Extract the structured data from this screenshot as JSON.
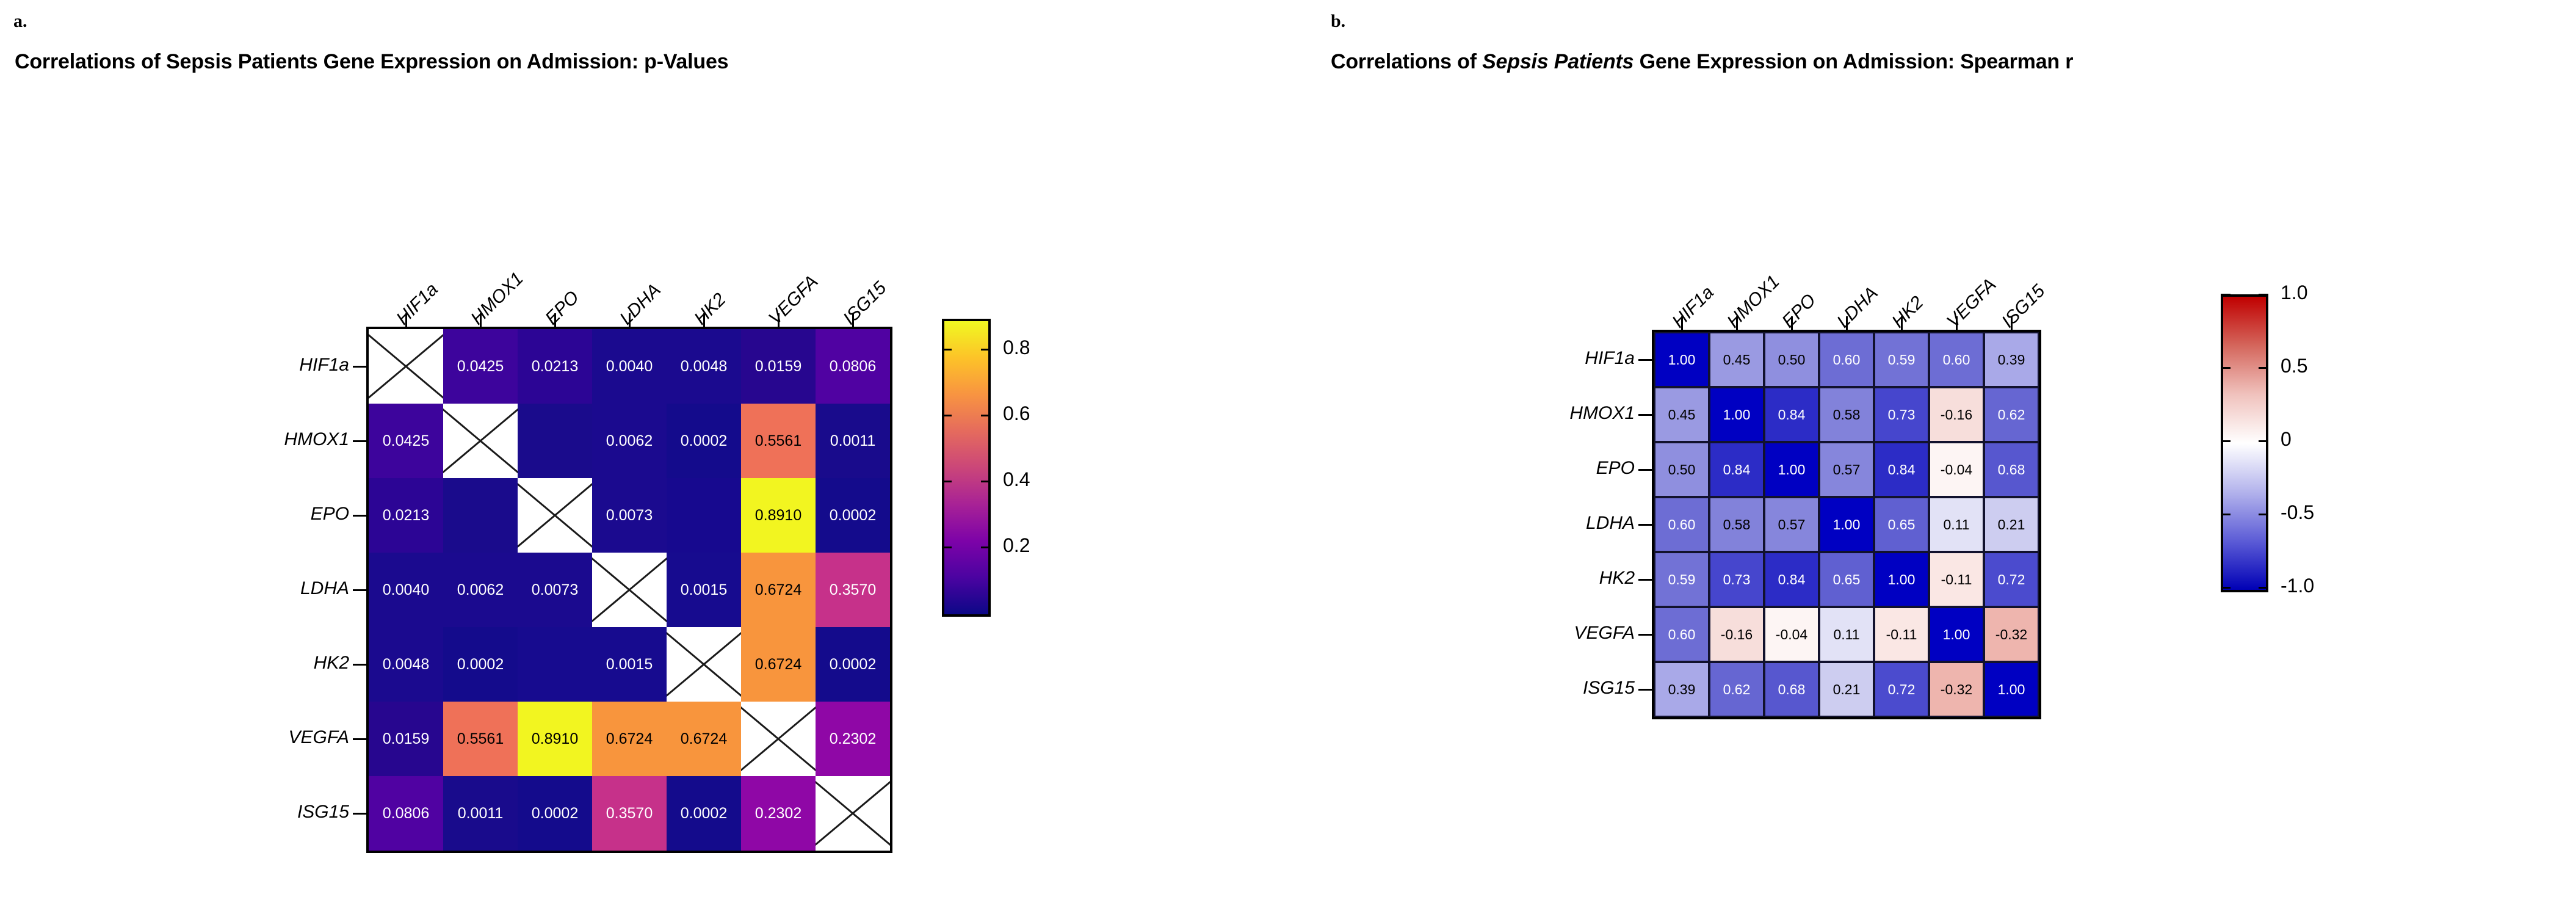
{
  "panels": {
    "a": {
      "letter": "a.",
      "title_prefix": "Correlations of Sepsis Patients Gene Expression on Admission: p-Values",
      "title_plain": "Correlations of Sepsis Patients Gene Expression on Admission: p-Values",
      "colorbar": {
        "ticks": [
          "0.8",
          "0.6",
          "0.4",
          "0.2"
        ],
        "vmin": 0,
        "vmax": 1,
        "colormap": "plasma",
        "stops": [
          "#0c0887",
          "#4b03a1",
          "#7d03a8",
          "#a82296",
          "#cb4679",
          "#e56b5d",
          "#f89441",
          "#fdc328",
          "#f0f921"
        ]
      }
    },
    "b": {
      "letter": "b.",
      "title_pre": "Correlations of ",
      "title_italic": "Sepsis Patients",
      "title_post": " Gene Expression on Admission: Spearman r",
      "colorbar": {
        "ticks": [
          "1.0",
          "0.5",
          "0",
          "-0.5",
          "-1.0"
        ],
        "vmin": -1,
        "vmax": 1,
        "colormap": "blue-white-red",
        "stops": [
          "#0000b5",
          "#5c5cd6",
          "#b3b3ec",
          "#ffffff",
          "#f0c2bd",
          "#d4665c",
          "#c00000"
        ]
      }
    }
  },
  "chart_data": [
    {
      "type": "heatmap",
      "panel": "a",
      "title": "Correlations of Sepsis Patients Gene Expression on Admission: p-Values",
      "xlabel": "",
      "ylabel": "",
      "categories_x": [
        "HIF1a",
        "HMOX1",
        "EPO",
        "LDHA",
        "HK2",
        "VEGFA",
        "ISG15"
      ],
      "categories_y": [
        "HIF1a",
        "HMOX1",
        "EPO",
        "LDHA",
        "HK2",
        "VEGFA",
        "ISG15"
      ],
      "colormap": "plasma",
      "vmin": 0,
      "vmax": 1,
      "colorbar_ticks": [
        0.2,
        0.4,
        0.6,
        0.8
      ],
      "diagonal_masked": true,
      "values": [
        [
          null,
          0.0425,
          0.0213,
          0.004,
          0.0048,
          0.0159,
          0.0806
        ],
        [
          0.0425,
          null,
          null,
          0.0062,
          0.0002,
          0.5561,
          0.0011
        ],
        [
          0.0213,
          null,
          null,
          0.0073,
          null,
          0.891,
          0.0002
        ],
        [
          0.004,
          0.0062,
          0.0073,
          null,
          0.0015,
          0.6724,
          0.357
        ],
        [
          0.0048,
          0.0002,
          null,
          0.0015,
          null,
          0.6724,
          0.0002
        ],
        [
          0.0159,
          0.5561,
          0.891,
          0.6724,
          0.6724,
          null,
          0.2302
        ],
        [
          0.0806,
          0.0011,
          0.0002,
          0.357,
          0.0002,
          0.2302,
          null
        ]
      ],
      "labels": [
        [
          "",
          "0.0425",
          "0.0213",
          "0.0040",
          "0.0048",
          "0.0159",
          "0.0806"
        ],
        [
          "0.0425",
          "",
          "",
          "0.0062",
          "0.0002",
          "0.5561",
          "0.0011"
        ],
        [
          "0.0213",
          "",
          "",
          "0.0073",
          "",
          "0.8910",
          "0.0002"
        ],
        [
          "0.0040",
          "0.0062",
          "0.0073",
          "",
          "0.0015",
          "0.6724",
          "0.3570"
        ],
        [
          "0.0048",
          "0.0002",
          "",
          "0.0015",
          "",
          "0.6724",
          "0.0002"
        ],
        [
          "0.0159",
          "0.5561",
          "0.8910",
          "0.6724",
          "0.6724",
          "",
          "0.2302"
        ],
        [
          "0.0806",
          "0.0011",
          "0.0002",
          "0.3570",
          "0.0002",
          "0.2302",
          ""
        ]
      ],
      "cell_colors": [
        [
          "#ffffff",
          "#3d049c",
          "#2c0595",
          "#1b0a8f",
          "#1b0a8f",
          "#27068f",
          "#5002a2"
        ],
        [
          "#3d049c",
          "#ffffff",
          "#1a0b8c",
          "#1b0a8f",
          "#140b8c",
          "#ef7158",
          "#190b8c"
        ],
        [
          "#2c0595",
          "#1a0b8c",
          "#ffffff",
          "#1b0a8f",
          "#17098f",
          "#f2f520",
          "#140b8c"
        ],
        [
          "#1b0a8f",
          "#1b0a8f",
          "#1b0a8f",
          "#ffffff",
          "#170b8f",
          "#f8953d",
          "#c6318a"
        ],
        [
          "#1b0a8f",
          "#140b8c",
          "#170b8f",
          "#170b8f",
          "#ffffff",
          "#f8953d",
          "#140b8c"
        ],
        [
          "#27068f",
          "#ef7158",
          "#f2f520",
          "#f8953d",
          "#f8953d",
          "#ffffff",
          "#8f07a6"
        ],
        [
          "#5002a2",
          "#190b8c",
          "#140b8c",
          "#c6318a",
          "#140b8c",
          "#8f07a6",
          "#ffffff"
        ]
      ],
      "text_colors": [
        [
          "#000",
          "#ffffff",
          "#ffffff",
          "#ffffff",
          "#ffffff",
          "#ffffff",
          "#ffffff"
        ],
        [
          "#ffffff",
          "#000",
          "#ffffff",
          "#ffffff",
          "#ffffff",
          "#000000",
          "#ffffff"
        ],
        [
          "#ffffff",
          "#ffffff",
          "#000",
          "#ffffff",
          "#ffffff",
          "#000000",
          "#ffffff"
        ],
        [
          "#ffffff",
          "#ffffff",
          "#ffffff",
          "#000",
          "#ffffff",
          "#000000",
          "#ffffff"
        ],
        [
          "#ffffff",
          "#ffffff",
          "#ffffff",
          "#ffffff",
          "#000",
          "#000000",
          "#ffffff"
        ],
        [
          "#ffffff",
          "#000000",
          "#000000",
          "#000000",
          "#000000",
          "#000",
          "#ffffff"
        ],
        [
          "#ffffff",
          "#ffffff",
          "#ffffff",
          "#ffffff",
          "#ffffff",
          "#ffffff",
          "#000"
        ]
      ]
    },
    {
      "type": "heatmap",
      "panel": "b",
      "title": "Correlations of Sepsis Patients Gene Expression on Admission: Spearman r",
      "xlabel": "",
      "ylabel": "",
      "categories_x": [
        "HIF1a",
        "HMOX1",
        "EPO",
        "LDHA",
        "HK2",
        "VEGFA",
        "ISG15"
      ],
      "categories_y": [
        "HIF1a",
        "HMOX1",
        "EPO",
        "LDHA",
        "HK2",
        "VEGFA",
        "ISG15"
      ],
      "colormap": "blue-white-red",
      "vmin": -1,
      "vmax": 1,
      "colorbar_ticks": [
        -1.0,
        -0.5,
        0,
        0.5,
        1.0
      ],
      "diagonal_masked": false,
      "values": [
        [
          1.0,
          0.45,
          0.5,
          0.6,
          0.59,
          0.6,
          0.39
        ],
        [
          0.45,
          1.0,
          0.84,
          0.58,
          0.73,
          -0.16,
          0.62
        ],
        [
          0.5,
          0.84,
          1.0,
          0.57,
          0.84,
          -0.04,
          0.68
        ],
        [
          0.6,
          0.58,
          0.57,
          1.0,
          0.65,
          0.11,
          0.21
        ],
        [
          0.59,
          0.73,
          0.84,
          0.65,
          1.0,
          -0.11,
          0.72
        ],
        [
          0.6,
          -0.16,
          -0.04,
          0.11,
          -0.11,
          1.0,
          -0.32
        ],
        [
          0.39,
          0.62,
          0.68,
          0.21,
          0.72,
          -0.32,
          1.0
        ]
      ],
      "labels": [
        [
          "1.00",
          "0.45",
          "0.50",
          "0.60",
          "0.59",
          "0.60",
          "0.39"
        ],
        [
          "0.45",
          "1.00",
          "0.84",
          "0.58",
          "0.73",
          "-0.16",
          "0.62"
        ],
        [
          "0.50",
          "0.84",
          "1.00",
          "0.57",
          "0.84",
          "-0.04",
          "0.68"
        ],
        [
          "0.60",
          "0.58",
          "0.57",
          "1.00",
          "0.65",
          "0.11",
          "0.21"
        ],
        [
          "0.59",
          "0.73",
          "0.84",
          "0.65",
          "1.00",
          "-0.11",
          "0.72"
        ],
        [
          "0.60",
          "-0.16",
          "-0.04",
          "0.11",
          "-0.11",
          "1.00",
          "-0.32"
        ],
        [
          "0.39",
          "0.62",
          "0.68",
          "0.21",
          "0.72",
          "-0.32",
          "1.00"
        ]
      ],
      "cell_colors": [
        [
          "#0000c2",
          "#9a9ae2",
          "#8f8fdf",
          "#6d6dd4",
          "#7272d6",
          "#6d6dd4",
          "#a9a9e8"
        ],
        [
          "#9a9ae2",
          "#0000c2",
          "#2c2cc6",
          "#8282da",
          "#4646cd",
          "#f7dedb",
          "#6666d2"
        ],
        [
          "#8f8fdf",
          "#2c2cc6",
          "#0000c2",
          "#8686dc",
          "#2c2cc6",
          "#fdf5f4",
          "#5757cf"
        ],
        [
          "#6d6dd4",
          "#8282da",
          "#8686dc",
          "#0000c2",
          "#6060d1",
          "#e2e2f6",
          "#cdcdf0"
        ],
        [
          "#7272d6",
          "#4646cd",
          "#2c2cc6",
          "#6060d1",
          "#0000c2",
          "#fae7e4",
          "#4b4bce"
        ],
        [
          "#6d6dd4",
          "#f7dedb",
          "#fdf5f4",
          "#e2e2f6",
          "#fae7e4",
          "#0000c2",
          "#eeb5ae"
        ],
        [
          "#a9a9e8",
          "#6666d2",
          "#5757cf",
          "#cdcdf0",
          "#4b4bce",
          "#eeb5ae",
          "#0000c2"
        ]
      ],
      "text_colors": [
        [
          "#ffffff",
          "#000000",
          "#000000",
          "#ffffff",
          "#ffffff",
          "#ffffff",
          "#000000"
        ],
        [
          "#000000",
          "#ffffff",
          "#ffffff",
          "#000000",
          "#ffffff",
          "#000000",
          "#ffffff"
        ],
        [
          "#000000",
          "#ffffff",
          "#ffffff",
          "#000000",
          "#ffffff",
          "#000000",
          "#ffffff"
        ],
        [
          "#ffffff",
          "#000000",
          "#000000",
          "#ffffff",
          "#ffffff",
          "#000000",
          "#000000"
        ],
        [
          "#ffffff",
          "#ffffff",
          "#ffffff",
          "#ffffff",
          "#ffffff",
          "#000000",
          "#ffffff"
        ],
        [
          "#ffffff",
          "#000000",
          "#000000",
          "#000000",
          "#000000",
          "#ffffff",
          "#000000"
        ],
        [
          "#000000",
          "#ffffff",
          "#ffffff",
          "#000000",
          "#ffffff",
          "#000000",
          "#ffffff"
        ]
      ]
    }
  ]
}
